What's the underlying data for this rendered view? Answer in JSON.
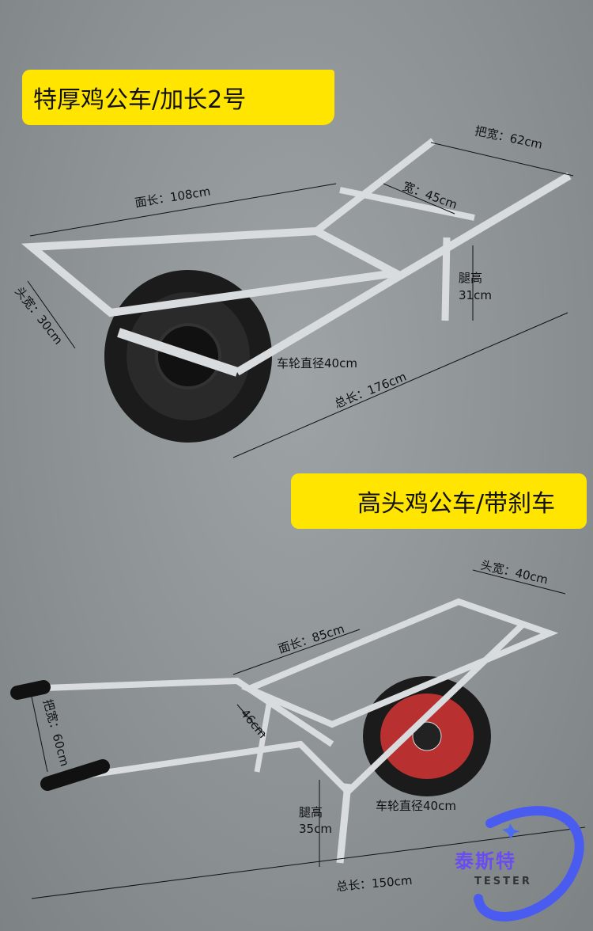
{
  "product1": {
    "title": "特厚鸡公车/加长2号",
    "handle_width": "把宽：62cm",
    "deck_length": "面长：108cm",
    "width": "宽：45cm",
    "leg_height": "腿高",
    "leg_height_value": "31cm",
    "head_width": "头宽：30cm",
    "wheel_diameter": "车轮直径40cm",
    "total_length": "总长：176cm"
  },
  "product2": {
    "title": "高头鸡公车/带刹车",
    "head_width": "头宽：40cm",
    "deck_length": "面长：85cm",
    "handle_width": "把宽：60cm",
    "width": "46cm",
    "leg_height": "腿高",
    "leg_height_value": "35cm",
    "wheel_diameter": "车轮直径40cm",
    "total_length": "总长：150cm"
  },
  "logo": {
    "cn": "泰斯特",
    "en": "TESTER"
  },
  "colors": {
    "banner": "#ffe500",
    "stripe": "#0e6b2a",
    "logo": "#5a4cf0"
  }
}
